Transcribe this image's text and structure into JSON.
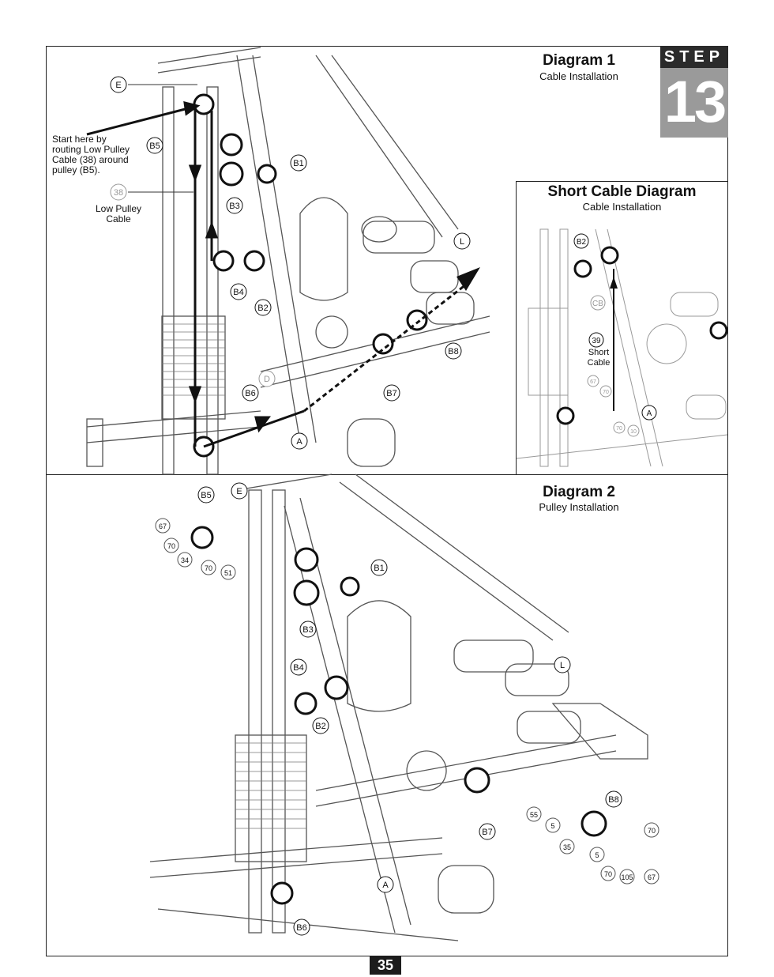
{
  "step": {
    "word": "STEP",
    "number": "13"
  },
  "diagram1": {
    "title": "Diagram 1",
    "subtitle": "Cable Installation",
    "note": "Start here by routing Low Pulley Cable (38) around pulley (B5).",
    "note_lines": [
      "Start here by",
      "routing Low Pulley",
      "Cable (38) around",
      "pulley (B5)."
    ],
    "cable_label_lines": [
      "Low Pulley",
      "Cable"
    ],
    "callouts": [
      "E",
      "B5",
      "38",
      "B1",
      "B3",
      "B4",
      "B2",
      "L",
      "B8",
      "B7",
      "D",
      "B6",
      "A"
    ]
  },
  "short_cable": {
    "title": "Short Cable Diagram",
    "subtitle": "Cable Installation",
    "cable_label_lines": [
      "Short",
      "Cable"
    ],
    "callouts": [
      "B2",
      "CB",
      "39",
      "67",
      "70",
      "A",
      "70",
      "10"
    ]
  },
  "diagram2": {
    "title": "Diagram 2",
    "subtitle": "Pulley Installation",
    "callouts": [
      "B5",
      "E",
      "67",
      "70",
      "34",
      "70",
      "51",
      "B1",
      "B3",
      "B4",
      "B2",
      "L",
      "B8",
      "55",
      "5",
      "B7",
      "35",
      "5",
      "70",
      "70",
      "105",
      "67",
      "A",
      "B6"
    ]
  },
  "page_number": "35"
}
